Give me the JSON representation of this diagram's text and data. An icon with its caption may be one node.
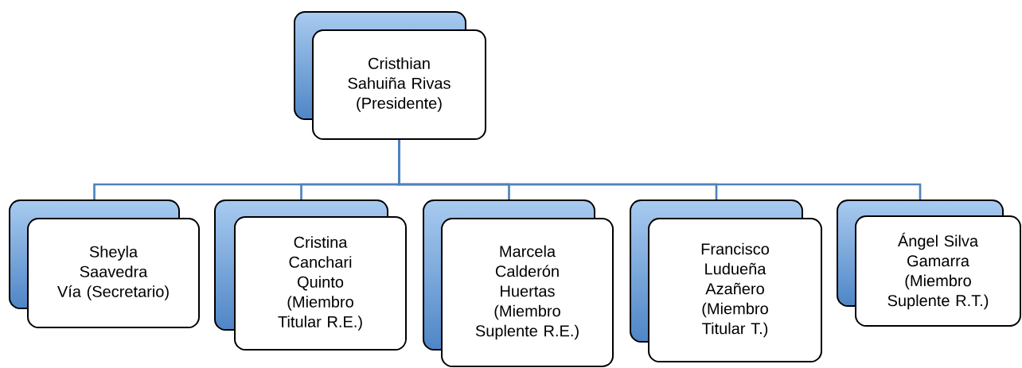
{
  "diagram": {
    "nodes": [
      {
        "text": [
          "Cristhian Sahuiña Rivas (Presidente)"
        ]
      },
      {
        "text": [
          "Sheyla Saavedra Vía (Secretario)"
        ]
      },
      {
        "text": [
          "Cristina Canchari Quinto (Miembro Titular R.E.)"
        ]
      },
      {
        "text": [
          "Marcela Calderón Huertas (Miembro Suplente R.E.)"
        ]
      },
      {
        "text": [
          "Francisco Ludueña Azañero (Miembro Titular T.)"
        ]
      },
      {
        "text": [
          "Ángel Silva Gamarra (Miembro Suplente R.T.)"
        ]
      }
    ],
    "edges": [
      {
        "from": 0,
        "to": 1,
        "arrow": "none"
      },
      {
        "from": 0,
        "to": 2,
        "arrow": "none"
      },
      {
        "from": 0,
        "to": 3,
        "arrow": "none"
      },
      {
        "from": 0,
        "to": 4,
        "arrow": "none"
      },
      {
        "from": 0,
        "to": 5,
        "arrow": "none"
      }
    ]
  }
}
